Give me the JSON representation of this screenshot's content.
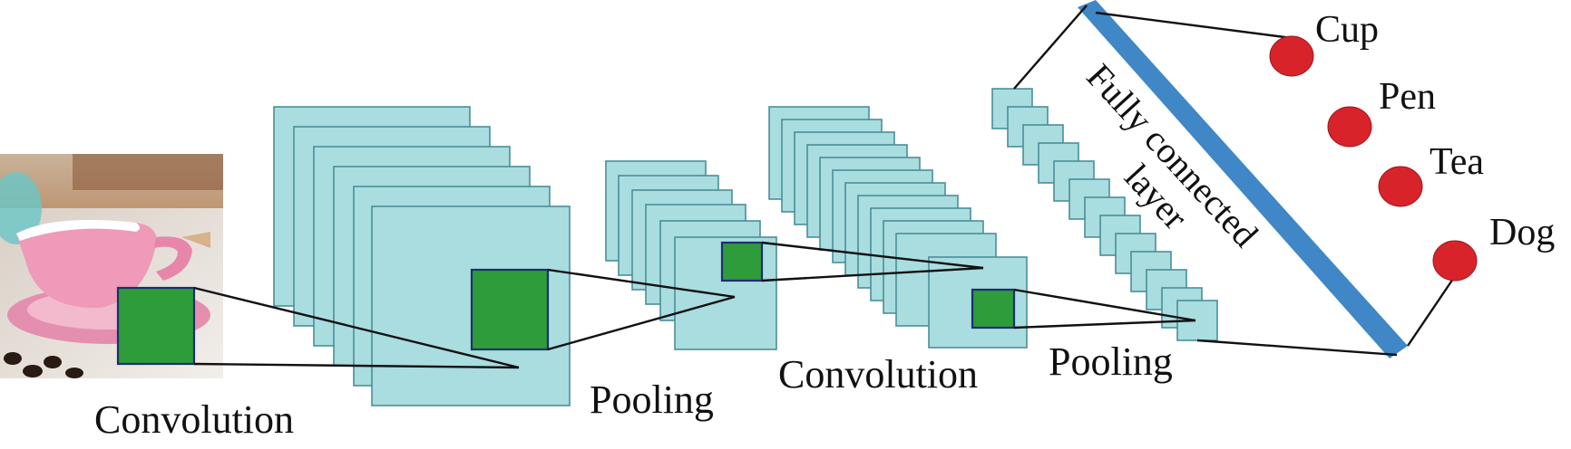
{
  "labels": {
    "conv1": "Convolution",
    "pool1": "Pooling",
    "conv2": "Convolution",
    "pool2": "Pooling",
    "fc": "Fully connected",
    "fc2": "layer"
  },
  "outputs": [
    {
      "label": "Cup"
    },
    {
      "label": "Pen"
    },
    {
      "label": "Tea"
    },
    {
      "label": "Dog"
    }
  ],
  "colors": {
    "feature_map": "#a9dde0",
    "kernel": "#2e9c3a",
    "fc_bar": "#3f87c6",
    "output_node": "#d8232a"
  }
}
